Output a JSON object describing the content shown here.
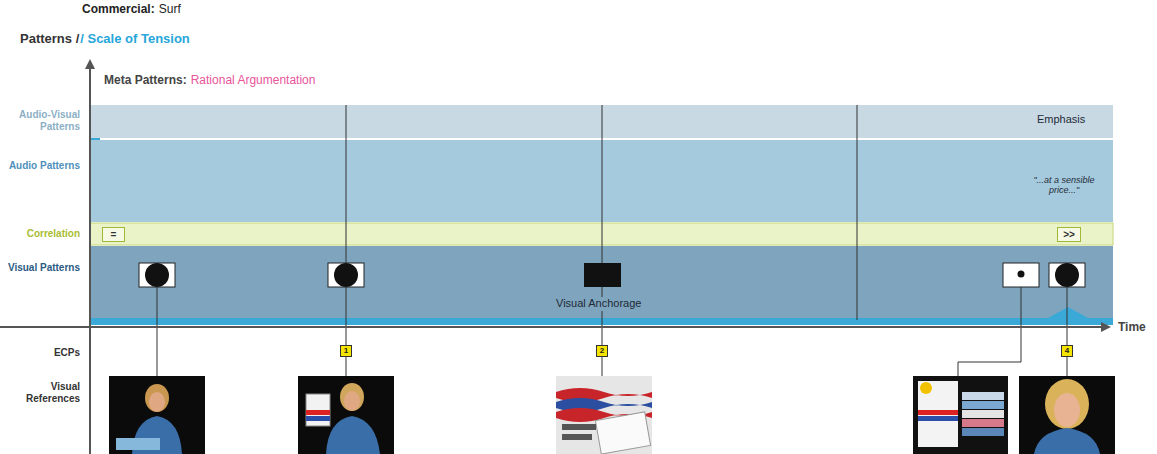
{
  "diagram": {
    "nodes": [
      {
        "text": [
          "="
        ]
      },
      {
        "text": [
          "1"
        ]
      },
      {
        "text": [
          "2"
        ]
      },
      {
        "text": [
          ">>"
        ]
      },
      {
        "text": [
          "4"
        ]
      }
    ],
    "labels": [
      "Commercial:",
      "Surf",
      "Patterns /",
      "/ Scale of Tension",
      "Meta Patterns:",
      "Rational Argumentation",
      "Audio-Visual Patterns",
      "Audio Patterns",
      "Correlation",
      "Visual Patterns",
      "Time",
      "ECPs",
      "Visual References",
      "Emphasis",
      "\"...at a sensible price...\"",
      "Visual Anchorage"
    ]
  }
}
